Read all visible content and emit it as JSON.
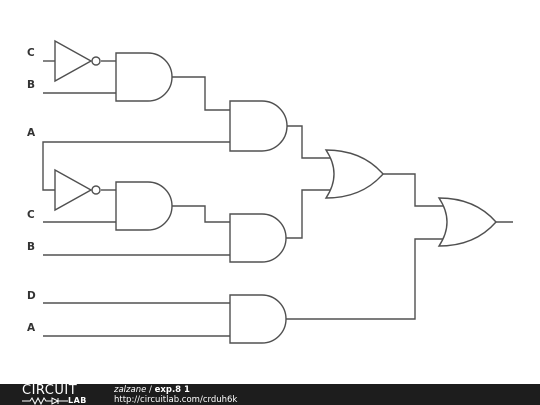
{
  "labels": {
    "c1": "C",
    "b1": "B",
    "a1": "A",
    "c2": "C",
    "b2": "B",
    "d": "D",
    "a2": "A"
  },
  "footer": {
    "logo_top": "CIRCUIT",
    "logo_bottom": "LAB",
    "user": "zalzane",
    "separator": " / ",
    "title": "exp.8 1",
    "url": "http://circuitlab.com/crduh6k"
  },
  "colors": {
    "wire": "#505050",
    "footer_bg": "#1d1d1d",
    "text": "#333333"
  }
}
